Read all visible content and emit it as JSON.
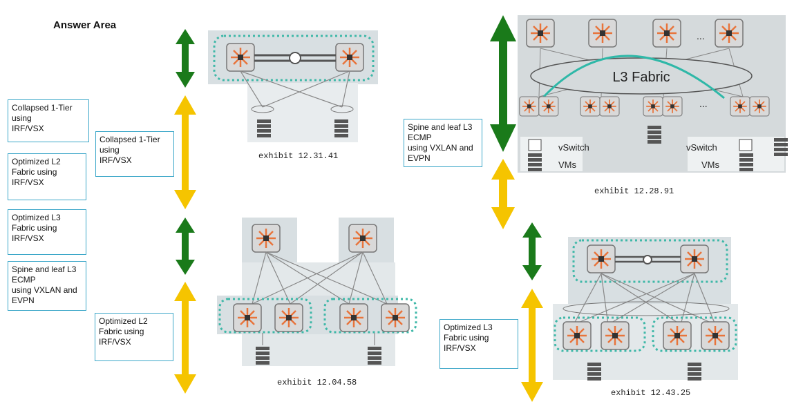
{
  "title": "Answer Area",
  "options": [
    "Collapsed 1-Tier\nusing\nIRF/VSX",
    "Optimized L2\nFabric using\nIRF/VSX",
    "Optimized L3\nFabric using\nIRF/VSX",
    "Spine and leaf L3\nECMP\nusing VXLAN and\nEVPN"
  ],
  "answers": {
    "a1": "Collapsed 1-Tier\nusing\nIRF/VSX",
    "a2": "Optimized L2\nFabric using\nIRF/VSX",
    "a3": "Spine and leaf L3\nECMP\nusing VXLAN and\nEVPN",
    "a4": "Optimized L3\nFabric using\nIRF/VSX"
  },
  "exhibits": {
    "e1": "exhibit 12.31.41",
    "e2": "exhibit 12.04.58",
    "e3": "exhibit 12.28.91",
    "e4": "exhibit 12.43.25"
  },
  "fabric": {
    "l3_label": "L3 Fabric",
    "vswitch": "vSwitch",
    "vms": "VMs",
    "ellipsis": "..."
  },
  "colors": {
    "green_arrow": "#1a7a1a",
    "yellow_arrow": "#f5c400",
    "box_border": "#3aa6c8"
  }
}
